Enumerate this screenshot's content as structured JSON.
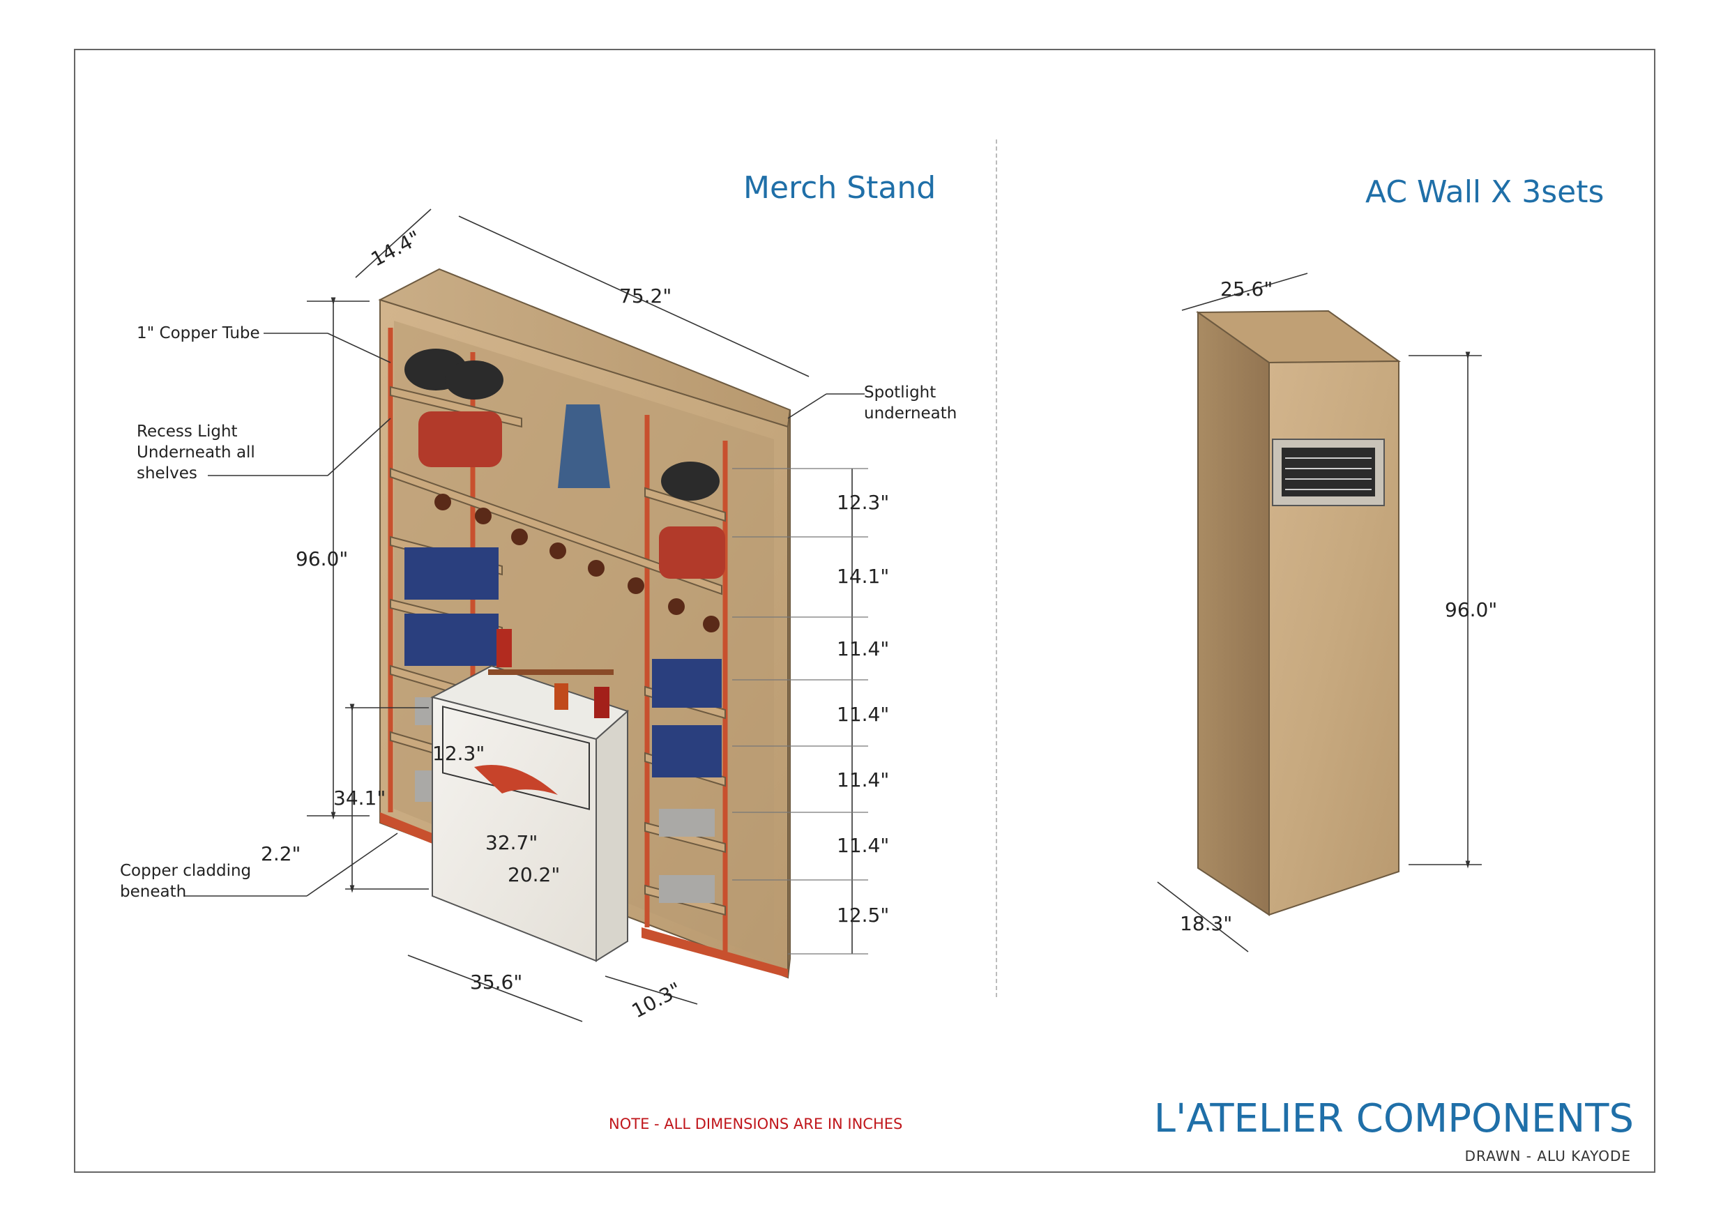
{
  "sheet": {
    "merch_title": "Merch Stand",
    "ac_title": "AC Wall X 3sets",
    "note": "NOTE - ALL DIMENSIONS ARE IN INCHES",
    "company": "L'ATELIER COMPONENTS",
    "drawn": "DRAWN - ALU KAYODE"
  },
  "merch_stand": {
    "callouts": {
      "copper_tube": "1\" Copper Tube",
      "recess_light": "Recess Light\nUnderneath all\nshelves",
      "spotlight": "Spotlight\nunderneath",
      "copper_cladding": "Copper cladding\nbeneath"
    },
    "dimensions": {
      "depth": "14.4\"",
      "width": "75.2\"",
      "height": "96.0\"",
      "counter_height": "34.1\"",
      "plinth": "2.2\"",
      "counter_panel": "12.3\"",
      "counter_logo_width": "32.7\"",
      "counter_drop": "20.2\"",
      "counter_width": "35.6\"",
      "counter_depth": "10.3\"",
      "shelf_1": "12.3\"",
      "shelf_2": "14.1\"",
      "shelf_3": "11.4\"",
      "shelf_4": "11.4\"",
      "shelf_5": "11.4\"",
      "shelf_6": "11.4\"",
      "shelf_7": "12.5\""
    }
  },
  "ac_wall": {
    "dimensions": {
      "width": "25.6\"",
      "height": "96.0\"",
      "depth": "18.3\""
    }
  },
  "colors": {
    "title_blue": "#1f6fa8",
    "note_red": "#c0161b",
    "wood": "#c9ab82",
    "copper": "#c8502e"
  }
}
